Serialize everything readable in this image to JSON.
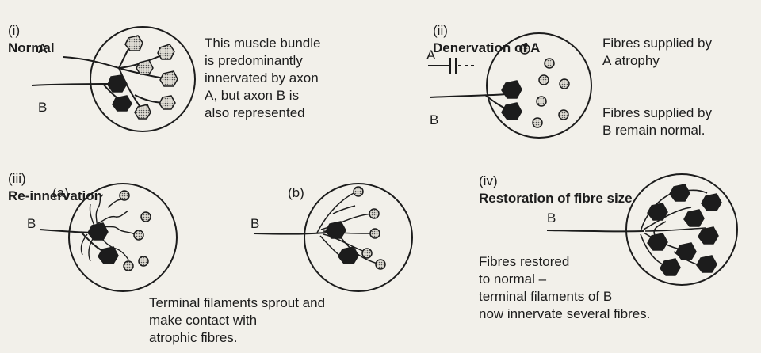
{
  "panels": {
    "normal": {
      "number": "(i)",
      "title": "Normal",
      "axon_a": "A",
      "axon_b": "B",
      "caption": "This muscle bundle\nis predominantly\ninnervated by axon\nA, but axon B is\nalso represented"
    },
    "denervation": {
      "number": "(ii)",
      "title": "Denervation of A",
      "axon_a": "A",
      "axon_b": "B",
      "caption_a": "Fibres supplied by\nA atrophy",
      "caption_b": "Fibres supplied by\nB remain normal."
    },
    "reinnervation": {
      "number": "(iii)",
      "title": "Re-innervation",
      "sub_a": "(a)",
      "sub_b": "(b)",
      "axon_b_a": "B",
      "axon_b_b": "B",
      "caption": "Terminal filaments sprout and\nmake contact with\natrophic fibres."
    },
    "restoration": {
      "number": "(iv)",
      "title": "Restoration of fibre size",
      "axon_b": "B",
      "caption": "Fibres restored\nto normal –\nterminal filaments of B\nnow innervate several fibres."
    }
  },
  "colors": {
    "ink": "#1c1c1c",
    "background": "#f2f0ea",
    "stipple_fibre": "#d6d3cb"
  }
}
